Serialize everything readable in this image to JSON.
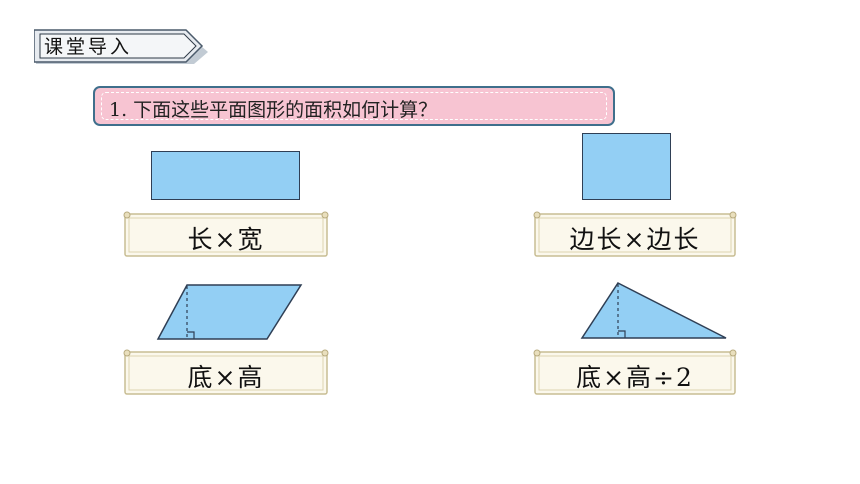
{
  "section_tag": {
    "label": "课堂导入"
  },
  "question": {
    "text": "1. 下面这些平面图形的面积如何计算？"
  },
  "formulas": {
    "rectangle": "长×宽",
    "square": "边长×边长",
    "parallelogram": "底×高",
    "triangle": "底×高÷2"
  },
  "colors": {
    "shape_fill": "#93cff4",
    "shape_stroke": "#2f3f55",
    "banner_fill": "#f7c4d2",
    "banner_border": "#3f6f8c",
    "card_fill": "#fbf8ec",
    "card_border": "#c8bd93"
  }
}
